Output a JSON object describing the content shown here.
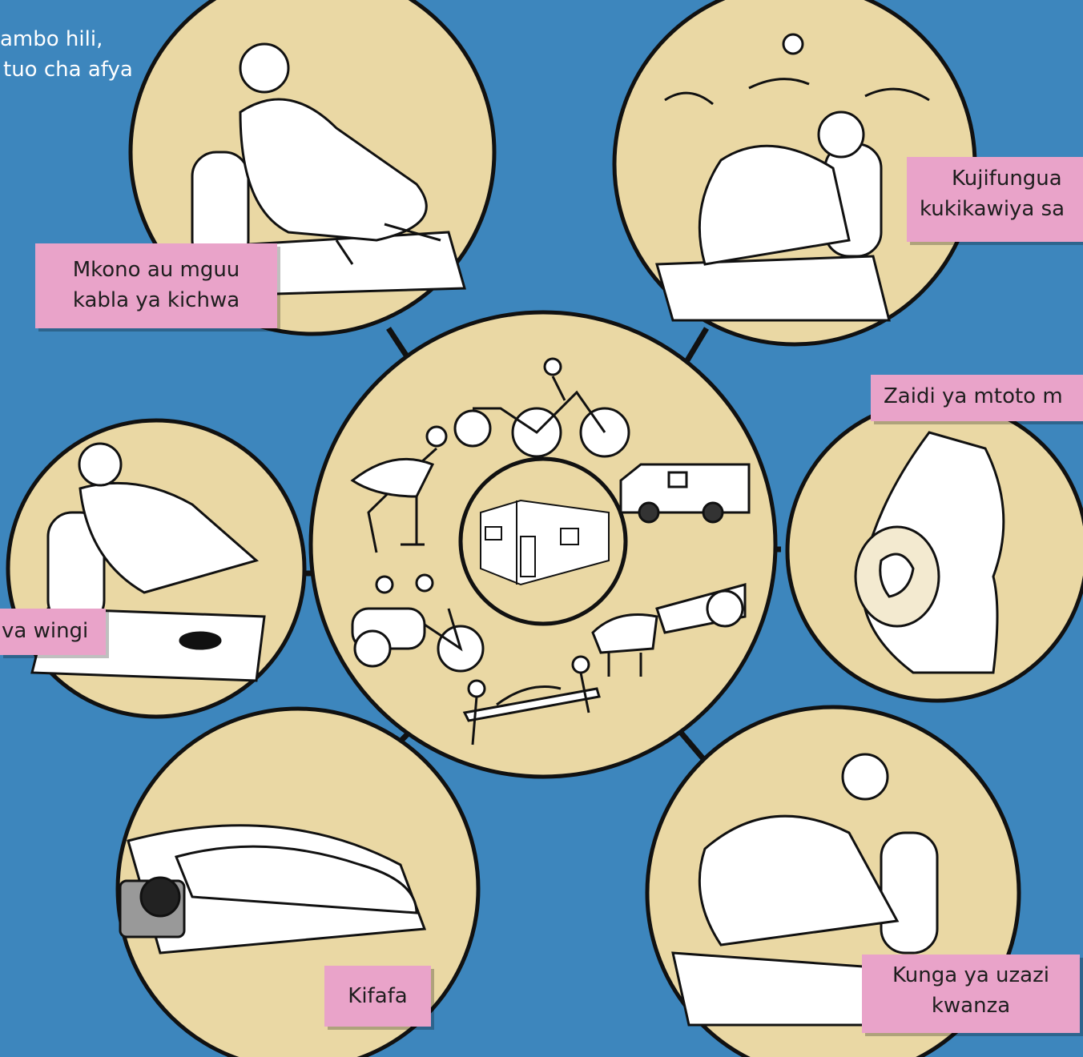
{
  "intro": {
    "line1": "ambo hili,",
    "line2": "tuo cha afya"
  },
  "colors": {
    "background": "#3d86bd",
    "circle_fill": "#ead8a4",
    "label_fill": "#e9a3c9"
  },
  "center": {
    "facility_icon": "health-center-icon",
    "transport_icons": [
      "bicycle-ambulance-icon",
      "ambulance-icon",
      "ox-cart-icon",
      "stretcher-icon",
      "motorbike-sidecar-icon",
      "carrying-person-icon"
    ]
  },
  "labels": {
    "breech": {
      "line1": "Mkono au mguu",
      "line2": "kabla ya kichwa"
    },
    "prolonged": {
      "line1": "Kujifungua",
      "line2": "kukikawiya sa"
    },
    "twins": {
      "line1": "Zaidi ya mtoto m"
    },
    "bleeding": {
      "line1": "va wingi"
    },
    "seizure": {
      "line1": "Kifafa"
    },
    "cord": {
      "line1": "Kunga ya uzazi",
      "line2": "kwanza"
    }
  }
}
